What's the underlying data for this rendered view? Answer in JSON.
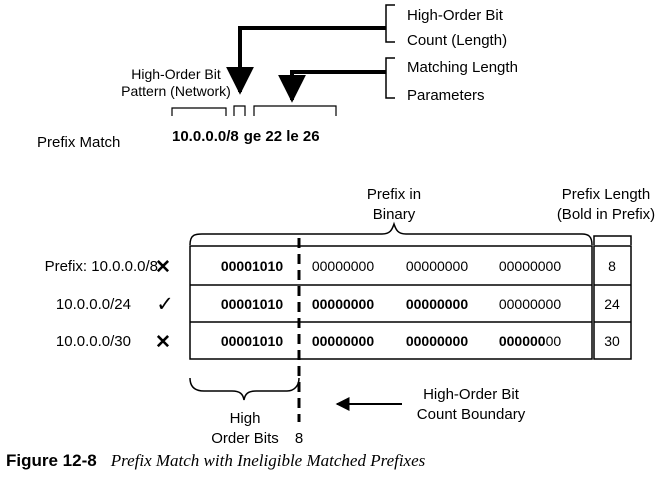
{
  "header": {
    "count_label": [
      "High-Order Bit",
      "Count (Length)"
    ],
    "pattern_label": [
      "High-Order Bit",
      "Pattern (Network)"
    ],
    "matching_label": [
      "Matching Length",
      "Parameters"
    ],
    "prefix_match_label": "Prefix Match",
    "statement": {
      "network": "10.0.0.0",
      "slash": "/",
      "length": "8",
      "rest": "ge 22 le 26"
    }
  },
  "table": {
    "binary_label": [
      "Prefix in",
      "Binary"
    ],
    "length_label": [
      "Prefix Length",
      "(Bold in Prefix)"
    ],
    "rows": [
      {
        "label": "Prefix: 10.0.0.0/8",
        "status": "ineligible",
        "octets": [
          "00001010",
          "00000000",
          "00000000",
          "00000000"
        ],
        "bold_octets": 1,
        "length": "8"
      },
      {
        "label": "10.0.0.0/24",
        "status": "eligible",
        "octets": [
          "00001010",
          "00000000",
          "00000000",
          "00000000"
        ],
        "bold_octets": 3,
        "length": "24"
      },
      {
        "label": "10.0.0.0/30",
        "status": "ineligible",
        "octets": [
          "00001010",
          "00000000",
          "00000000",
          "00000000"
        ],
        "bold_octets": 3,
        "bold_partial": "000000",
        "partial_rest": "00",
        "length": "30"
      }
    ],
    "status_marks": {
      "ineligible": "✕",
      "eligible": "✓"
    }
  },
  "footer": {
    "high_bits_label": [
      "High",
      "Order Bits"
    ],
    "boundary_value": "8",
    "boundary_label": [
      "High-Order Bit",
      "Count Boundary"
    ]
  },
  "caption": {
    "label": "Figure 12-8",
    "title": "Prefix Match with Ineligible Matched Prefixes"
  }
}
